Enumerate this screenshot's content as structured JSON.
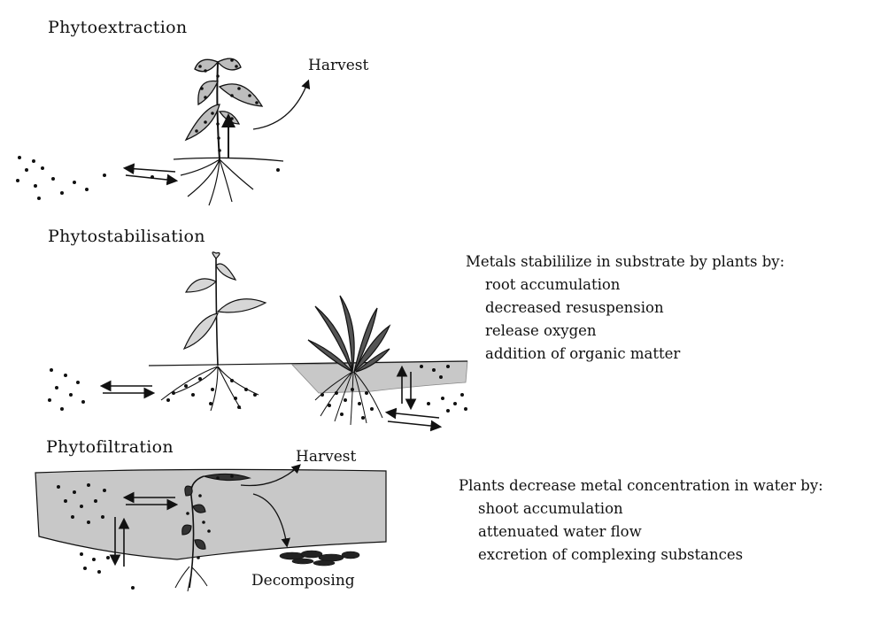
{
  "sections": {
    "phytoextraction": {
      "title": "Phytoextraction",
      "harvest_label": "Harvest"
    },
    "phytostabilisation": {
      "title": "Phytostabilisation",
      "description": {
        "heading": "Metals stabililize in substrate by plants by:",
        "items": [
          "root accumulation",
          "decreased resuspension",
          "release oxygen",
          "addition of organic matter"
        ]
      }
    },
    "phytofiltration": {
      "title": "Phytofiltration",
      "harvest_label": "Harvest",
      "decomposing_label": "Decomposing",
      "description": {
        "heading": "Plants decrease metal concentration in water by:",
        "items": [
          "shoot accumulation",
          "attenuated water flow",
          "excretion of complexing substances"
        ]
      }
    }
  },
  "colors": {
    "ink": "#111111",
    "water_gray": "#c8c8c8",
    "leaf_fill": "#bdbdbd"
  }
}
